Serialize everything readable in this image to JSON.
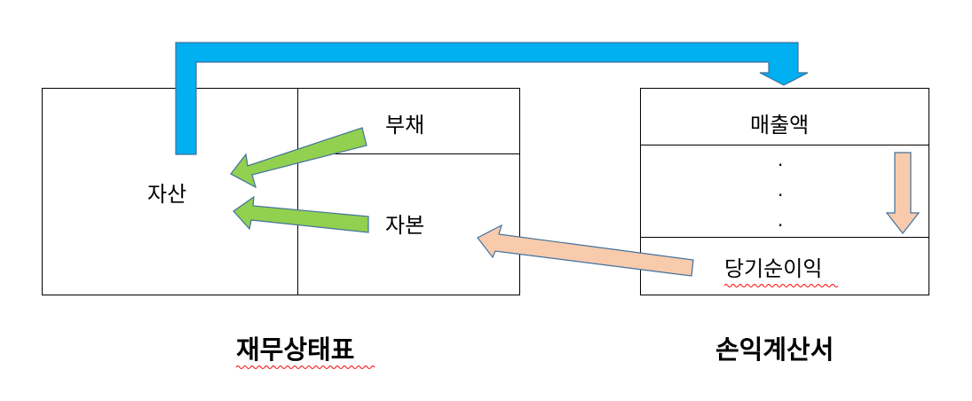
{
  "balance_sheet": {
    "title": "재무상태표",
    "assets": "자산",
    "liabilities": "부채",
    "equity": "자본"
  },
  "income_statement": {
    "title": "손익계산서",
    "revenue": "매출액",
    "ellipsis": [
      "·",
      "·",
      "·"
    ],
    "net_income": "당기순이익"
  },
  "colors": {
    "blue_arrow": "#00B0F0",
    "green_arrow": "#92D050",
    "peach_arrow": "#F8CBAD",
    "arrow_outline": "#41719C",
    "spellcheck_squiggle": "#FF0000"
  }
}
